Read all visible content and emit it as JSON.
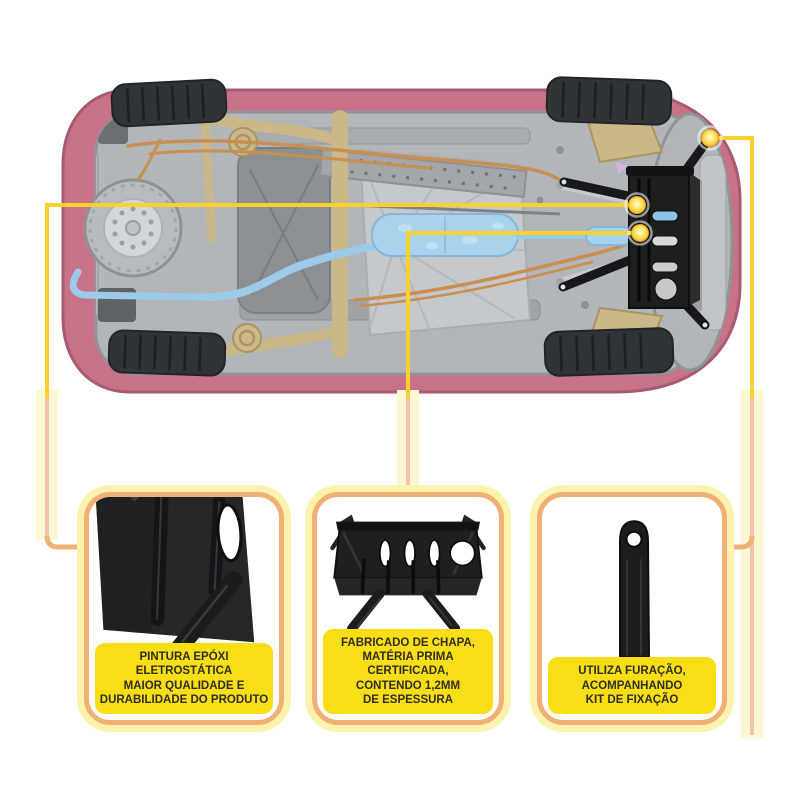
{
  "features": [
    {
      "id": "epoxy-paint",
      "text": "PINTURA EPÓXI\nELETROSTÁTICA\nMAIOR QUALIDADE E\nDURABILIDADE DO PRODUTO"
    },
    {
      "id": "certified-steel",
      "text": "FABRICADO DE CHAPA,\nMATÉRIA PRIMA CERTIFICADA,\nCONTENDO 1,2MM\nDE ESPESSURA"
    },
    {
      "id": "mounting-kit",
      "text": "UTILIZA FURAÇÃO,\nACOMPANHANDO\nKIT DE FIXAÇÃO"
    }
  ],
  "palette": {
    "label-yellow": "#f8df15",
    "label-text": "#2f2d2a",
    "card-border": "#f1b176",
    "card-glow": "#fdf3ae",
    "callout-yellow": "#fdd12d",
    "callout-faded": "#f1c4ab",
    "callout-glow": "#fdf8d2",
    "body-pink": "#c87288",
    "body-pink-dark": "#a85a70",
    "underbody-gray": "#b2b6b8",
    "exhaust-blue": "#a9d3ed",
    "frame-tan": "#cbb888",
    "copper": "#c98f52",
    "plate-black": "#1d1e20",
    "tire-black": "#303437"
  }
}
